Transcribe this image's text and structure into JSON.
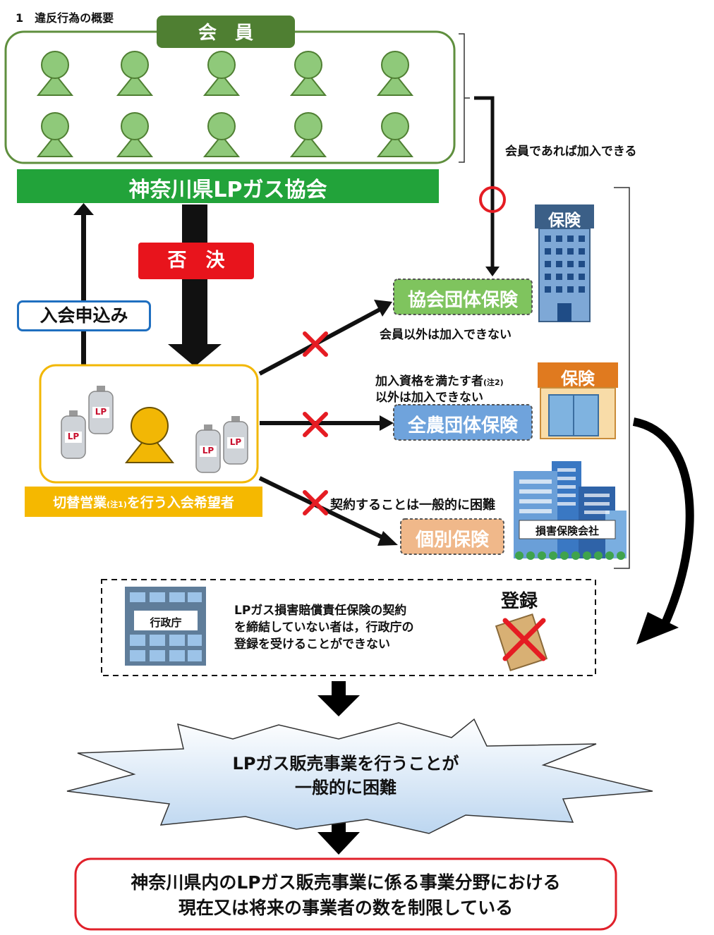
{
  "section_title": "1　違反行為の概要",
  "members": {
    "title": "会　員",
    "count": 10,
    "association_name": "神奈川県LPガス協会",
    "join_note": "会員であれば加入できる"
  },
  "application": {
    "apply_label": "入会申込み",
    "reject_label": "否　決"
  },
  "applicant": {
    "caption_pre": "切替営業",
    "caption_note": "(注1)",
    "caption_post": "を行う入会希望者",
    "cylinder_text": "LP"
  },
  "insurance": {
    "building_sign": "保険",
    "shop_sign": "保険",
    "group_label": "協会団体保険",
    "group_note": "会員以外は加入できない",
    "zennoh_label": "全農団体保険",
    "zennoh_note_line1_pre": "加入資格を満たす者",
    "zennoh_note_line1_note": "(注2)",
    "zennoh_note_line2": "以外は加入できない",
    "individual_label": "個別保険",
    "individual_note": "契約することは一般的に困難",
    "company_label": "損害保険会社"
  },
  "government": {
    "office_label": "行政庁",
    "text_line1": "LPガス損害賠償責任保険の契約",
    "text_line2": "を締結していない者は，行政庁の",
    "text_line3": "登録を受けることができない",
    "registration_label": "登録"
  },
  "burst": {
    "line1": "LPガス販売事業を行うことが",
    "line2": "一般的に困難"
  },
  "conclusion": {
    "line1": "神奈川県内のLPガス販売事業に係る事業分野における",
    "line2": "現在又は将来の事業者の数を制限している"
  },
  "colors": {
    "member_green": "#8fc97a",
    "dark_green": "#4f7f32",
    "assoc_green": "#22a33a",
    "reject_red": "#e8141c",
    "apply_blue": "#1f6fc0",
    "applicant_gold": "#f2b705",
    "caption_gold": "#f5b800",
    "group_green": "#7fc45e",
    "zennoh_blue": "#6fa3dc",
    "individual_orange": "#f0b88a",
    "cross_red": "#e51c23",
    "conclusion_red": "#e0202a"
  }
}
